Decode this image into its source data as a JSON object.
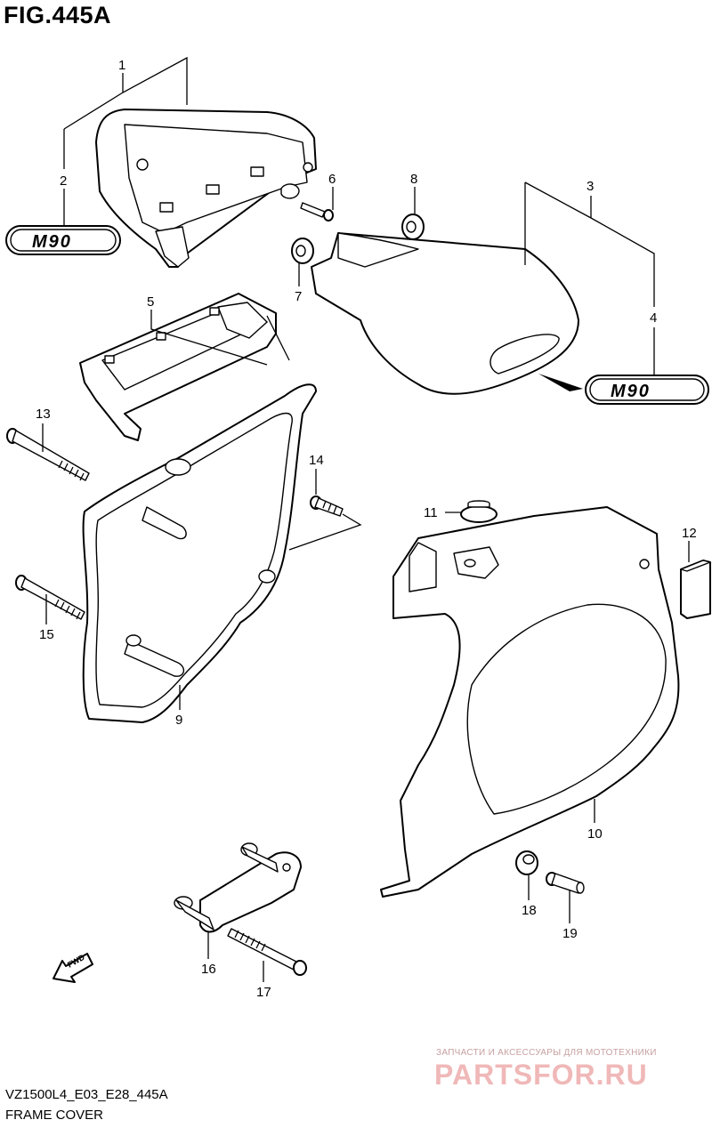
{
  "figure": {
    "title": "FIG.445A"
  },
  "footer": {
    "code": "VZ1500L4_E03_E28_445A",
    "name": "FRAME COVER"
  },
  "watermark": {
    "tagline": "ЗАПЧАСТИ И АКСЕССУАРЫ ДЛЯ МОТОТЕХНИКИ",
    "brand": "PARTSFOR.RU"
  },
  "emblem": {
    "text": "M90"
  },
  "fwd": {
    "text": "FWD"
  },
  "callouts": [
    "1",
    "2",
    "3",
    "4",
    "5",
    "6",
    "7",
    "8",
    "9",
    "10",
    "11",
    "12",
    "13",
    "14",
    "15",
    "16",
    "17",
    "18",
    "19"
  ]
}
